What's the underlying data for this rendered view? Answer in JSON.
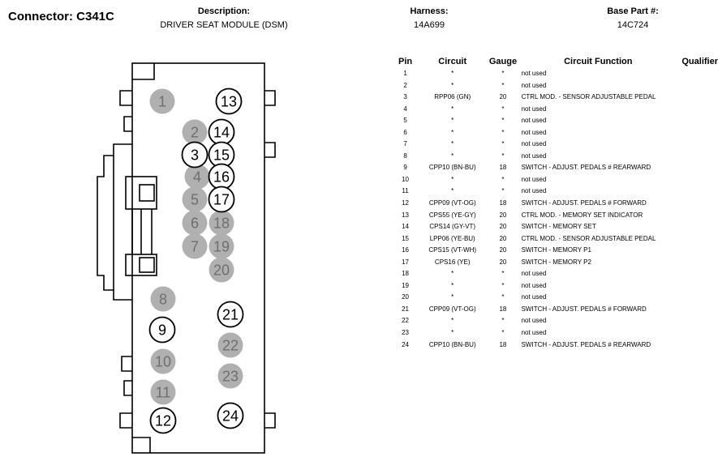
{
  "header": {
    "title": "Connector: C341C",
    "description_label": "Description:",
    "description_value": "DRIVER SEAT MODULE (DSM)",
    "harness_label": "Harness:",
    "harness_value": "14A699",
    "base_part_label": "Base Part #:",
    "base_part_value": "14C724"
  },
  "colors": {
    "unused_pin_fill": "#b0b0b0",
    "used_pin_fill": "#ffffff",
    "outline": "#000000"
  },
  "connector": {
    "pins": [
      {
        "n": "1",
        "used": false
      },
      {
        "n": "2",
        "used": false
      },
      {
        "n": "3",
        "used": true
      },
      {
        "n": "4",
        "used": false
      },
      {
        "n": "5",
        "used": false
      },
      {
        "n": "6",
        "used": false
      },
      {
        "n": "7",
        "used": false
      },
      {
        "n": "8",
        "used": false
      },
      {
        "n": "9",
        "used": true
      },
      {
        "n": "10",
        "used": false
      },
      {
        "n": "11",
        "used": false
      },
      {
        "n": "12",
        "used": true
      },
      {
        "n": "13",
        "used": true
      },
      {
        "n": "14",
        "used": true
      },
      {
        "n": "15",
        "used": true
      },
      {
        "n": "16",
        "used": true
      },
      {
        "n": "17",
        "used": true
      },
      {
        "n": "18",
        "used": false
      },
      {
        "n": "19",
        "used": false
      },
      {
        "n": "20",
        "used": false
      },
      {
        "n": "21",
        "used": true
      },
      {
        "n": "22",
        "used": false
      },
      {
        "n": "23",
        "used": false
      },
      {
        "n": "24",
        "used": true
      }
    ]
  },
  "table": {
    "headers": {
      "pin": "Pin",
      "circuit": "Circuit",
      "gauge": "Gauge",
      "function": "Circuit Function",
      "qualifier": "Qualifier"
    },
    "rows": [
      {
        "pin": "1",
        "circuit": "*",
        "gauge": "*",
        "function": "not used",
        "qualifier": ""
      },
      {
        "pin": "2",
        "circuit": "*",
        "gauge": "*",
        "function": "not used",
        "qualifier": ""
      },
      {
        "pin": "3",
        "circuit": "RPP06 (GN)",
        "gauge": "20",
        "function": "CTRL MOD. - SENSOR ADJUSTABLE PEDAL",
        "qualifier": ""
      },
      {
        "pin": "4",
        "circuit": "*",
        "gauge": "*",
        "function": "not used",
        "qualifier": ""
      },
      {
        "pin": "5",
        "circuit": "*",
        "gauge": "*",
        "function": "not used",
        "qualifier": ""
      },
      {
        "pin": "6",
        "circuit": "*",
        "gauge": "*",
        "function": "not used",
        "qualifier": ""
      },
      {
        "pin": "7",
        "circuit": "*",
        "gauge": "*",
        "function": "not used",
        "qualifier": ""
      },
      {
        "pin": "8",
        "circuit": "*",
        "gauge": "*",
        "function": "not used",
        "qualifier": ""
      },
      {
        "pin": "9",
        "circuit": "CPP10 (BN-BU)",
        "gauge": "18",
        "function": "SWITCH - ADJUST. PEDALS # REARWARD",
        "qualifier": ""
      },
      {
        "pin": "10",
        "circuit": "*",
        "gauge": "*",
        "function": "not used",
        "qualifier": ""
      },
      {
        "pin": "11",
        "circuit": "*",
        "gauge": "*",
        "function": "not used",
        "qualifier": ""
      },
      {
        "pin": "12",
        "circuit": "CPP09 (VT-OG)",
        "gauge": "18",
        "function": "SWITCH - ADJUST. PEDALS # FORWARD",
        "qualifier": ""
      },
      {
        "pin": "13",
        "circuit": "CPS55 (YE-GY)",
        "gauge": "20",
        "function": "CTRL MOD. - MEMORY SET INDICATOR",
        "qualifier": ""
      },
      {
        "pin": "14",
        "circuit": "CPS14 (GY-VT)",
        "gauge": "20",
        "function": "SWITCH - MEMORY SET",
        "qualifier": ""
      },
      {
        "pin": "15",
        "circuit": "LPP06 (YE-BU)",
        "gauge": "20",
        "function": "CTRL MOD. - SENSOR ADJUSTABLE PEDAL",
        "qualifier": ""
      },
      {
        "pin": "16",
        "circuit": "CPS15 (VT-WH)",
        "gauge": "20",
        "function": "SWITCH - MEMORY P1",
        "qualifier": ""
      },
      {
        "pin": "17",
        "circuit": "CPS16 (YE)",
        "gauge": "20",
        "function": "SWITCH - MEMORY P2",
        "qualifier": ""
      },
      {
        "pin": "18",
        "circuit": "*",
        "gauge": "*",
        "function": "not used",
        "qualifier": ""
      },
      {
        "pin": "19",
        "circuit": "*",
        "gauge": "*",
        "function": "not used",
        "qualifier": ""
      },
      {
        "pin": "20",
        "circuit": "*",
        "gauge": "*",
        "function": "not used",
        "qualifier": ""
      },
      {
        "pin": "21",
        "circuit": "CPP09 (VT-OG)",
        "gauge": "18",
        "function": "SWITCH - ADJUST. PEDALS # FORWARD",
        "qualifier": ""
      },
      {
        "pin": "22",
        "circuit": "*",
        "gauge": "*",
        "function": "not used",
        "qualifier": ""
      },
      {
        "pin": "23",
        "circuit": "*",
        "gauge": "*",
        "function": "not used",
        "qualifier": ""
      },
      {
        "pin": "24",
        "circuit": "CPP10 (BN-BU)",
        "gauge": "18",
        "function": "SWITCH - ADJUST. PEDALS # REARWARD",
        "qualifier": ""
      }
    ]
  }
}
